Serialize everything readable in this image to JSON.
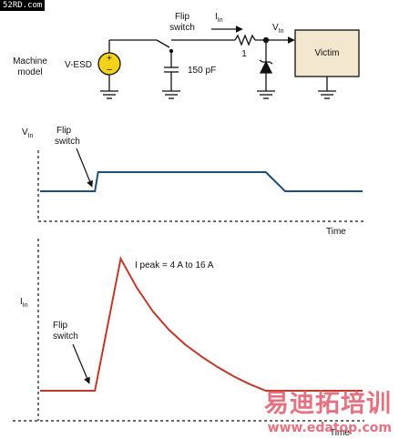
{
  "watermark": {
    "site_tag": "52RD.com",
    "cn_logo": "易迪拓培训",
    "url": "www.edatop.com"
  },
  "circuit": {
    "machine_model": [
      "Machine",
      "model"
    ],
    "source_label": "V-ESD",
    "switch_label": [
      "Flip",
      "switch"
    ],
    "capacitor_label": "150 pF",
    "current_label": "I",
    "current_sub": "In",
    "resistor_label": "1",
    "voltage_label": "V",
    "voltage_sub": "In",
    "victim_label": "Victim",
    "colors": {
      "source_fill": "#f2d21a",
      "victim_fill": "#f3e7cf"
    }
  },
  "chart_data": [
    {
      "type": "line",
      "ylabel": "V",
      "ylabel_sub": "In",
      "xlabel": "Time",
      "annotation": [
        "Flip",
        "switch"
      ],
      "color": "#1f4e79",
      "series": [
        {
          "x": [
            0,
            0.17,
            0.18,
            0.7,
            0.76,
            1.0
          ],
          "y": [
            0,
            0,
            1,
            1,
            0,
            0
          ]
        }
      ]
    },
    {
      "type": "line",
      "ylabel": "I",
      "ylabel_sub": "In",
      "xlabel": "Time",
      "annotation": [
        "Flip",
        "switch"
      ],
      "peak_label": "I peak = 4 A to 16 A",
      "color": "#c0392b",
      "series": [
        {
          "x": [
            0,
            0.17,
            0.25,
            0.3,
            0.35,
            0.4,
            0.45,
            0.5,
            0.55,
            0.6,
            0.65,
            0.7,
            1.0
          ],
          "y": [
            0,
            0,
            1,
            0.78,
            0.6,
            0.46,
            0.35,
            0.26,
            0.18,
            0.11,
            0.05,
            0.0,
            0.0
          ]
        }
      ]
    }
  ]
}
